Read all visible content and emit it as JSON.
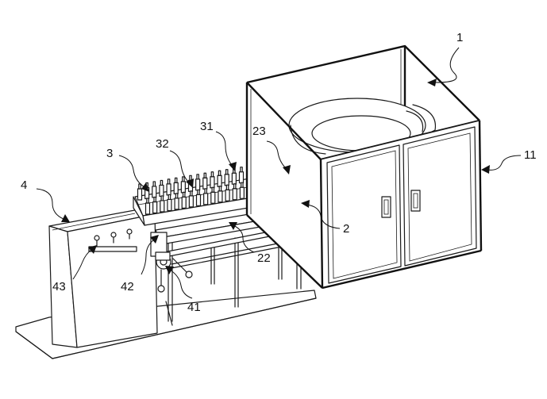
{
  "labels": [
    {
      "id": "1",
      "text": "1"
    },
    {
      "id": "11",
      "text": "11"
    },
    {
      "id": "2",
      "text": "2"
    },
    {
      "id": "22",
      "text": "22"
    },
    {
      "id": "23",
      "text": "23"
    },
    {
      "id": "3",
      "text": "3"
    },
    {
      "id": "31",
      "text": "31"
    },
    {
      "id": "32",
      "text": "32"
    },
    {
      "id": "4",
      "text": "4"
    },
    {
      "id": "41",
      "text": "41"
    },
    {
      "id": "42",
      "text": "42"
    },
    {
      "id": "43",
      "text": "43"
    }
  ],
  "colors": {
    "line": "#1a1a1a",
    "background": "#ffffff"
  }
}
